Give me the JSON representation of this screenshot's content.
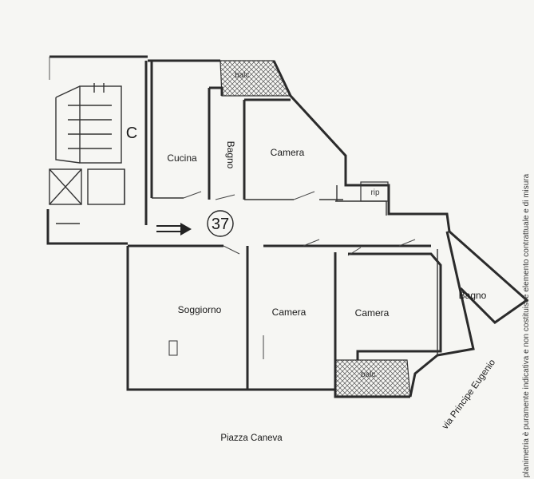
{
  "rooms": {
    "cucina": "Cucina",
    "bagno_top": "Bagno",
    "camera_top": "Camera",
    "rip": "rip",
    "soggiorno": "Soggiorno",
    "camera_mid": "Camera",
    "camera_right": "Camera",
    "bagno_right": "Bagno",
    "balc_top": "balc",
    "balc_bottom": "balc"
  },
  "unit_number": "37",
  "stair_letter": "C",
  "streets": {
    "bottom": "Piazza Caneva",
    "diagonal": "via Principe Eugenio"
  },
  "side_note": "planimetria è puramente indicativa e non costituisce elemento contrattuale e di misura",
  "colors": {
    "ink": "#2b2b2b",
    "paper": "#f6f6f3"
  }
}
